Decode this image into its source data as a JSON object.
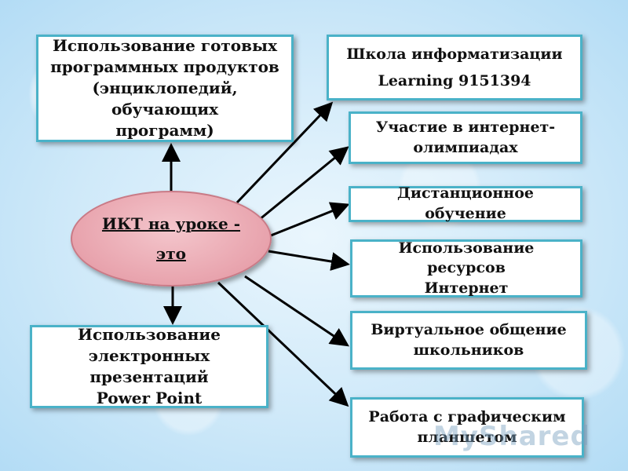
{
  "center": {
    "line1": "ИКТ на уроке -",
    "line2": "это"
  },
  "boxes": {
    "top_left": "Использование готовых\nпрограммных продуктов\n(энциклопедий, обучающих\nпрограмм)",
    "bottom_left": "Использование\nэлектронных презентаций\nPower Point",
    "right": [
      "Школа информатизации\nLearning 9151394",
      "Участие в интернет-\nолимпиадах",
      "Дистанционное обучение",
      "Использование ресурсов\nИнтернет",
      "Виртуальное общение\nшкольников",
      "Работа с графическим\nпланшетом"
    ]
  },
  "watermark": "MyShared"
}
